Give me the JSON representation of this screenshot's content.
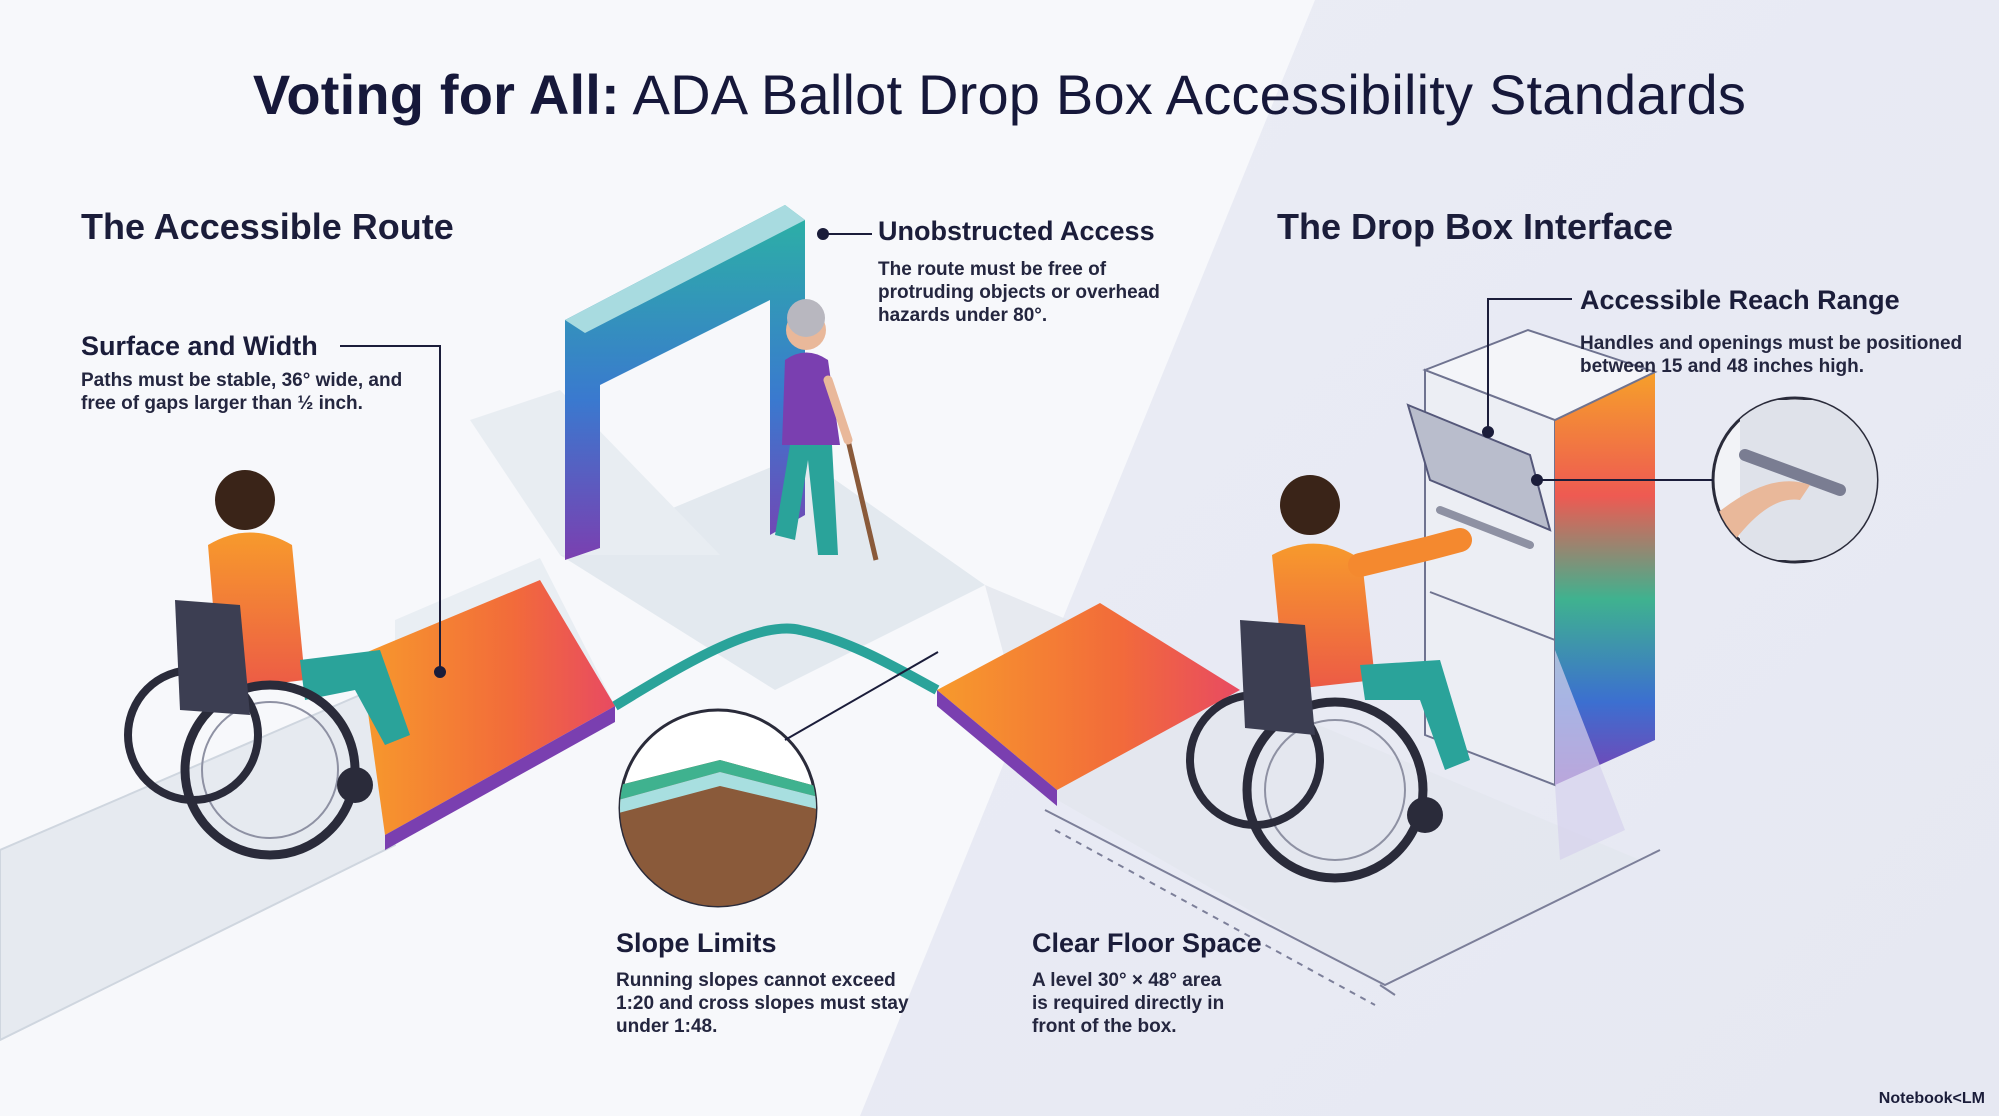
{
  "title": {
    "bold": "Voting for All:",
    "rest": " ADA Ballot Drop Box Accessibility Standards"
  },
  "sections": {
    "left": "The Accessible Route",
    "right": "The Drop Box Interface"
  },
  "callouts": {
    "surface": {
      "label": "Surface and Width",
      "text": "Paths must be stable, 36° wide, and\nfree of gaps larger than ½ inch."
    },
    "unobstructed": {
      "label": "Unobstructed Access",
      "text": "The route must be free of\nprotruding objects or overhead\nhazards under 80°."
    },
    "reach": {
      "label": "Accessible Reach Range",
      "text": "Handles and openings must be positioned\nbetween 15 and 48 inches high."
    },
    "slope": {
      "label": "Slope Limits",
      "text": "Running slopes cannot exceed\n1:20 and cross slopes must stay\nunder 1:48."
    },
    "floor": {
      "label": "Clear Floor Space",
      "text": "A level 30° × 48° area\nis required directly in\nfront of the box."
    }
  },
  "brand": "Notebook<LM",
  "colors": {
    "orange": "#f4892f",
    "pink": "#ec4f66",
    "purple": "#7a3fb0",
    "teal": "#2aa39a",
    "blue": "#3b6fd1",
    "navy": "#1b1d3a"
  }
}
